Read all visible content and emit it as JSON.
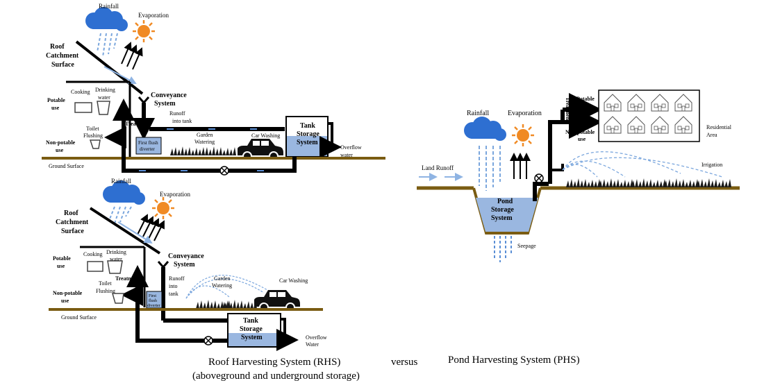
{
  "colors": {
    "ground": "#7a5c12",
    "pipe": "#000000",
    "water": "#8fb4e3",
    "cloud": "#2e6fd1",
    "sun": "#f08a24",
    "rain": "#7aa6dd",
    "arrow_light": "#8fb4e3"
  },
  "top_rhs": {
    "rainfall": "Rainfall",
    "evaporation": "Evaporation",
    "roof": [
      "Roof",
      "Catchment",
      "Surface"
    ],
    "conveyance": [
      "Conveyance",
      "System"
    ],
    "cooking": "Cooking",
    "drinking": [
      "Drinking",
      "water"
    ],
    "potable": [
      "Potable",
      "use"
    ],
    "treatment": "Treatment",
    "toilet": [
      "Toilet",
      "Flushing"
    ],
    "nonpotable": [
      "Non-potable",
      "use"
    ],
    "runoff": [
      "Runoff",
      "into tank"
    ],
    "garden": [
      "Garden",
      "Watering"
    ],
    "car": "Car Washing",
    "tank": [
      "Tank",
      "Storage",
      "System"
    ],
    "overflow": [
      "Overflow",
      "water"
    ],
    "firstflush": [
      "First flush",
      "diverter"
    ],
    "ground": "Ground Surface"
  },
  "bottom_rhs": {
    "rainfall": "Rainfall",
    "evaporation": "Evaporation",
    "roof": [
      "Roof",
      "Catchment",
      "Surface"
    ],
    "conveyance": [
      "Conveyance",
      "System"
    ],
    "cooking": "Cooking",
    "drinking": [
      "Drinking",
      "water"
    ],
    "potable": [
      "Potable",
      "use"
    ],
    "treatment": "Treatment",
    "toilet": [
      "Toilet",
      "Flushing"
    ],
    "nonpotable": [
      "Non-potable",
      "use"
    ],
    "runoff": [
      "Runoff",
      "into",
      "tank"
    ],
    "garden": [
      "Garden",
      "Watering"
    ],
    "car": "Car Washing",
    "firstflush": [
      "First",
      "flush",
      "diverter"
    ],
    "tank": [
      "Tank",
      "Storage",
      "System"
    ],
    "overflow": [
      "Overflow",
      "Water"
    ],
    "ground": "Ground Surface"
  },
  "phs": {
    "rainfall": "Rainfall",
    "evaporation": "Evaporation",
    "potable": [
      "Potable",
      "use"
    ],
    "treatment": "Treatment",
    "nonpotable": [
      "Non-potable",
      "use"
    ],
    "residential": [
      "Residential",
      "Area"
    ],
    "irrigation": "Irrigation",
    "land_runoff": "Land Runoff",
    "pond": [
      "Pond",
      "Storage",
      "System"
    ],
    "seepage": "Seepage"
  },
  "captions": {
    "rhs": "Roof Harvesting  System  (RHS)",
    "rhs_sub": "(aboveground  and underground  storage)",
    "versus": "versus",
    "phs": "Pond Harvesting  System  (PHS)"
  }
}
